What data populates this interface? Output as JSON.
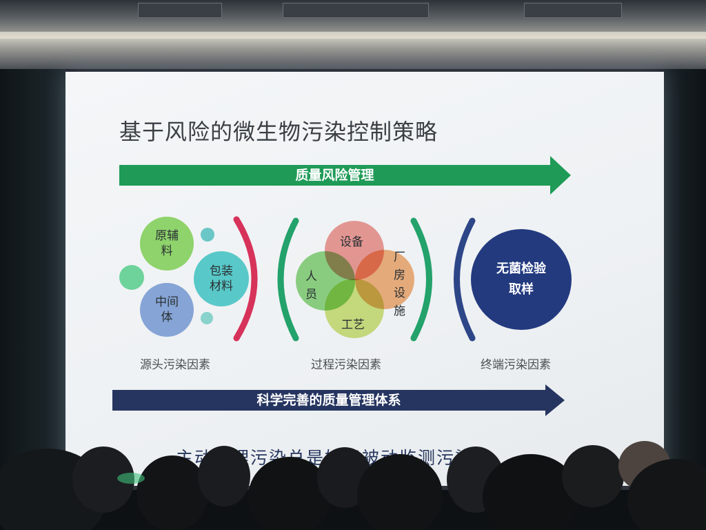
{
  "slide": {
    "title": "基于风险的微生物污染控制策略",
    "top_arrow": "质量风险管理",
    "bottom_arrow": "科学完善的质量管理体系",
    "tagline": "主动管理污染总是好于被动监测污染",
    "groups": {
      "source": {
        "caption": "源头污染因素",
        "items": [
          "原辅料",
          "包装材料",
          "中间体"
        ]
      },
      "process": {
        "caption": "过程污染因素",
        "items": [
          "设备",
          "厂房设施",
          "人员",
          "工艺"
        ]
      },
      "terminal": {
        "caption": "终端污染因素",
        "items": [
          "无菌检验取样"
        ]
      }
    }
  },
  "colors": {
    "green_arrow": "#1f9b57",
    "navy_arrow": "#263560",
    "terminal_circle": "#233a7f",
    "bracket_red": "#d6325a",
    "bracket_green": "#23a26b",
    "bracket_navy": "#2d4688"
  }
}
